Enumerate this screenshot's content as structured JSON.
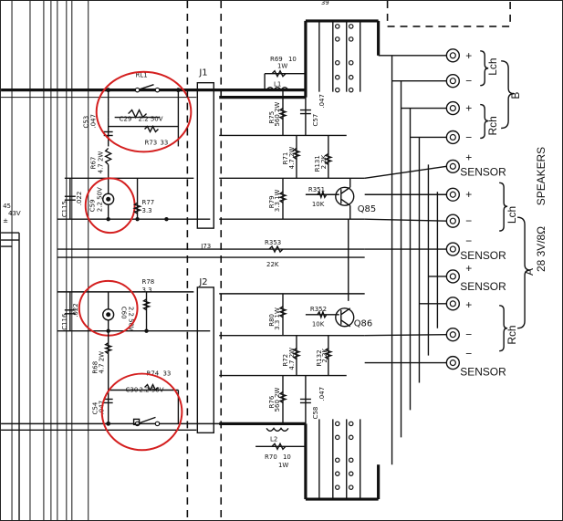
{
  "refs": {
    "rl1": "RL1",
    "j1": "J1",
    "j2": "J2",
    "j73": "J73",
    "c29": "C29",
    "c29_val": "2.2 50V",
    "r73": "R73",
    "r73_val": "33",
    "c53": "C53",
    "c53_val": ".047",
    "r67": "R67",
    "r67_val": "4.7 2W",
    "c115": "C115",
    "c115_val": ".022",
    "c59": "C59",
    "c59_val": "2.2 50V",
    "r77": "R77",
    "r77_val": "3.3",
    "r78": "R78",
    "r78_val": "3.3",
    "c116": "C116",
    "c116_val": ".022",
    "c60": "C60",
    "c60_val": "2.2 50V",
    "r68": "R68",
    "r68_val": "4.7 2W",
    "c54": "C54",
    "c54_val": ".047",
    "c30": "C30",
    "c30_val": "2.2 50V",
    "r74": "R74",
    "r74_val": "33",
    "r69": "R69",
    "r69_val": "10",
    "r69_pow": "1W",
    "l1": "L1",
    "l2": "L2",
    "r75": "R75",
    "r75_val": "560 2W",
    "c57": "C57",
    "c57_val": ".047",
    "r71": "R71",
    "r71_val": "4.7 2W",
    "r131": "R131",
    "r131_val": "2.2K",
    "r79": "R79",
    "r79_val": "3.3 1W",
    "r351": "R351",
    "r351_val": "10K",
    "q85": "Q85",
    "r353": "R353",
    "r353_val": "22K",
    "r80": "R80",
    "r80_val": "3.3 1W",
    "r352": "R352",
    "r352_val": "10K",
    "q86": "Q86",
    "r72": "R72",
    "r72_val": "4.7 2W",
    "r132": "R132",
    "r132_val": "2.2K",
    "r76": "R76",
    "r76_val": "560 2W",
    "c58": "C58",
    "c58_val": ".047",
    "r70": "R70",
    "r70_val": "10",
    "r70_pow": "1W",
    "side_45": "45",
    "side_43v": "43V",
    "side_pm": "±",
    "side_top": "39"
  },
  "terminals": {
    "plus": "+",
    "minus": "−",
    "sensor": "SENSOR",
    "lch": "Lch",
    "rch": "Rch",
    "b": "B",
    "a": "A",
    "speakers": "SPEAKERS",
    "rating": "28 3V/8Ω"
  }
}
